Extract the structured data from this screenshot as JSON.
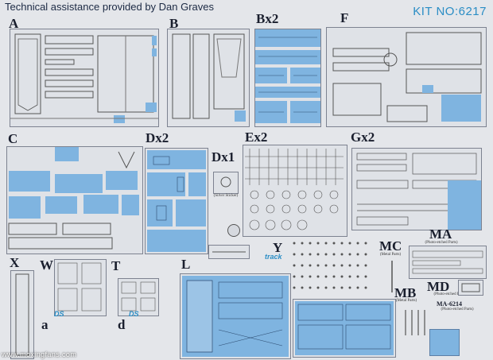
{
  "header": {
    "assistance": "Technical assistance provided by Dan Graves",
    "kit_no": "KIT NO:6217"
  },
  "labels": {
    "A": "A",
    "B": "B",
    "Bx2": "Bx2",
    "F": "F",
    "C": "C",
    "Dx2": "Dx2",
    "Dx1": "Dx1",
    "Ex2": "Ex2",
    "Gx2": "Gx2",
    "Y": "Y",
    "MC": "MC",
    "MA": "MA",
    "X": "X",
    "W": "W",
    "T": "T",
    "L": "L",
    "MB": "MB",
    "MD": "MD",
    "a": "a",
    "d": "d",
    "MA_6214": "MA-6214"
  },
  "notes": {
    "silver_sticker": "(Silver Sticker)",
    "ma_parts": "(Photo-etched Parts)",
    "mc_parts": "(Metal Parts)",
    "mb_parts": "(Metal Parts)",
    "md_parts": "(Photo-etched Parts)",
    "ma6214_parts": "(Photo-etched Parts)"
  },
  "logos": {
    "ds_a": "DS",
    "ds_d": "DS",
    "ez_track": "track"
  },
  "watermark": "www.moxingfans.com",
  "colors": {
    "highlight": "#7fb4e0",
    "sprue_bg": "#dfe2e7",
    "accent": "#2a8dc5"
  }
}
